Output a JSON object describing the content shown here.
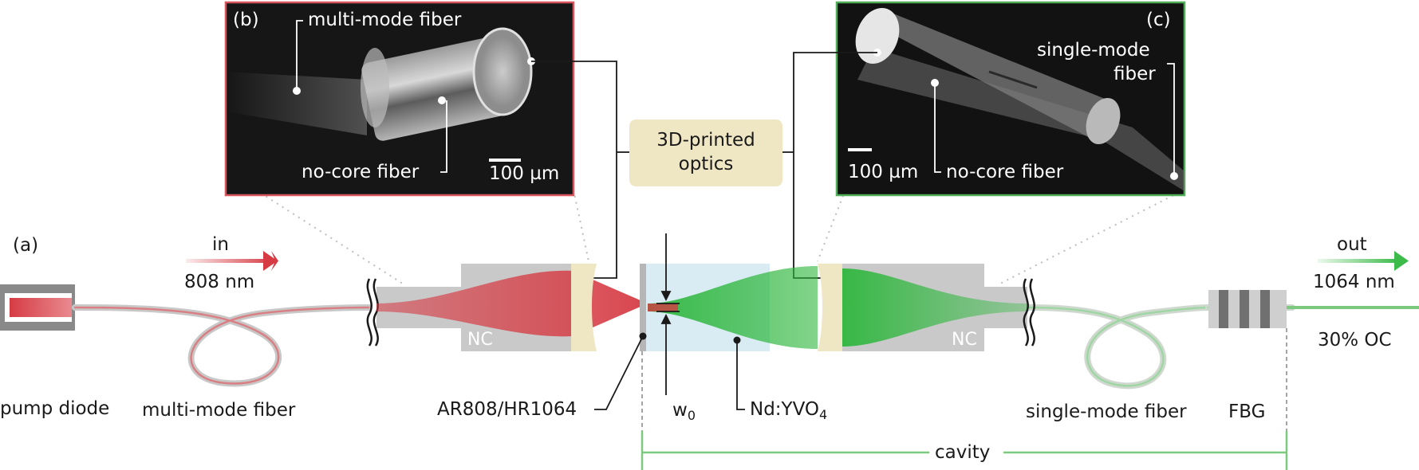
{
  "panels": {
    "a": "(a)",
    "b": "(b)",
    "c": "(c)"
  },
  "labels": {
    "input_title": "in",
    "input_wavelength": "808 nm",
    "output_title": "out",
    "output_wavelength": "1064 nm",
    "output_coupling": "30% OC",
    "pump_diode": "pump diode",
    "multimode_fiber": "multi-mode fiber",
    "mirror_coating": "AR808/HR1064",
    "beam_waist": "w",
    "beam_waist_sub": "0",
    "crystal": "Nd:YVO",
    "crystal_sub": "4",
    "single_mode_fiber": "single-mode fiber",
    "fbg": "FBG",
    "cavity": "cavity",
    "nc_left": "NC",
    "nc_right": "NC",
    "optics_line1": "3D-printed",
    "optics_line2": "optics"
  },
  "inset_b": {
    "multimode_fiber": "multi-mode fiber",
    "nocore_fiber": "no-core fiber",
    "scale": "100 µm"
  },
  "inset_c": {
    "singlemode_line1": "single-mode",
    "singlemode_line2": "fiber",
    "nocore_fiber": "no-core fiber",
    "scale": "100 µm"
  },
  "colors": {
    "pump_red": "#d63b44",
    "laser_green": "#3dbb4a",
    "optics_beige": "#efe6c4",
    "crystal_blue": "#d9ecf4",
    "inset_b_border": "#d9555e",
    "inset_c_border": "#4fae57",
    "cavity_line": "#7dc97f"
  }
}
